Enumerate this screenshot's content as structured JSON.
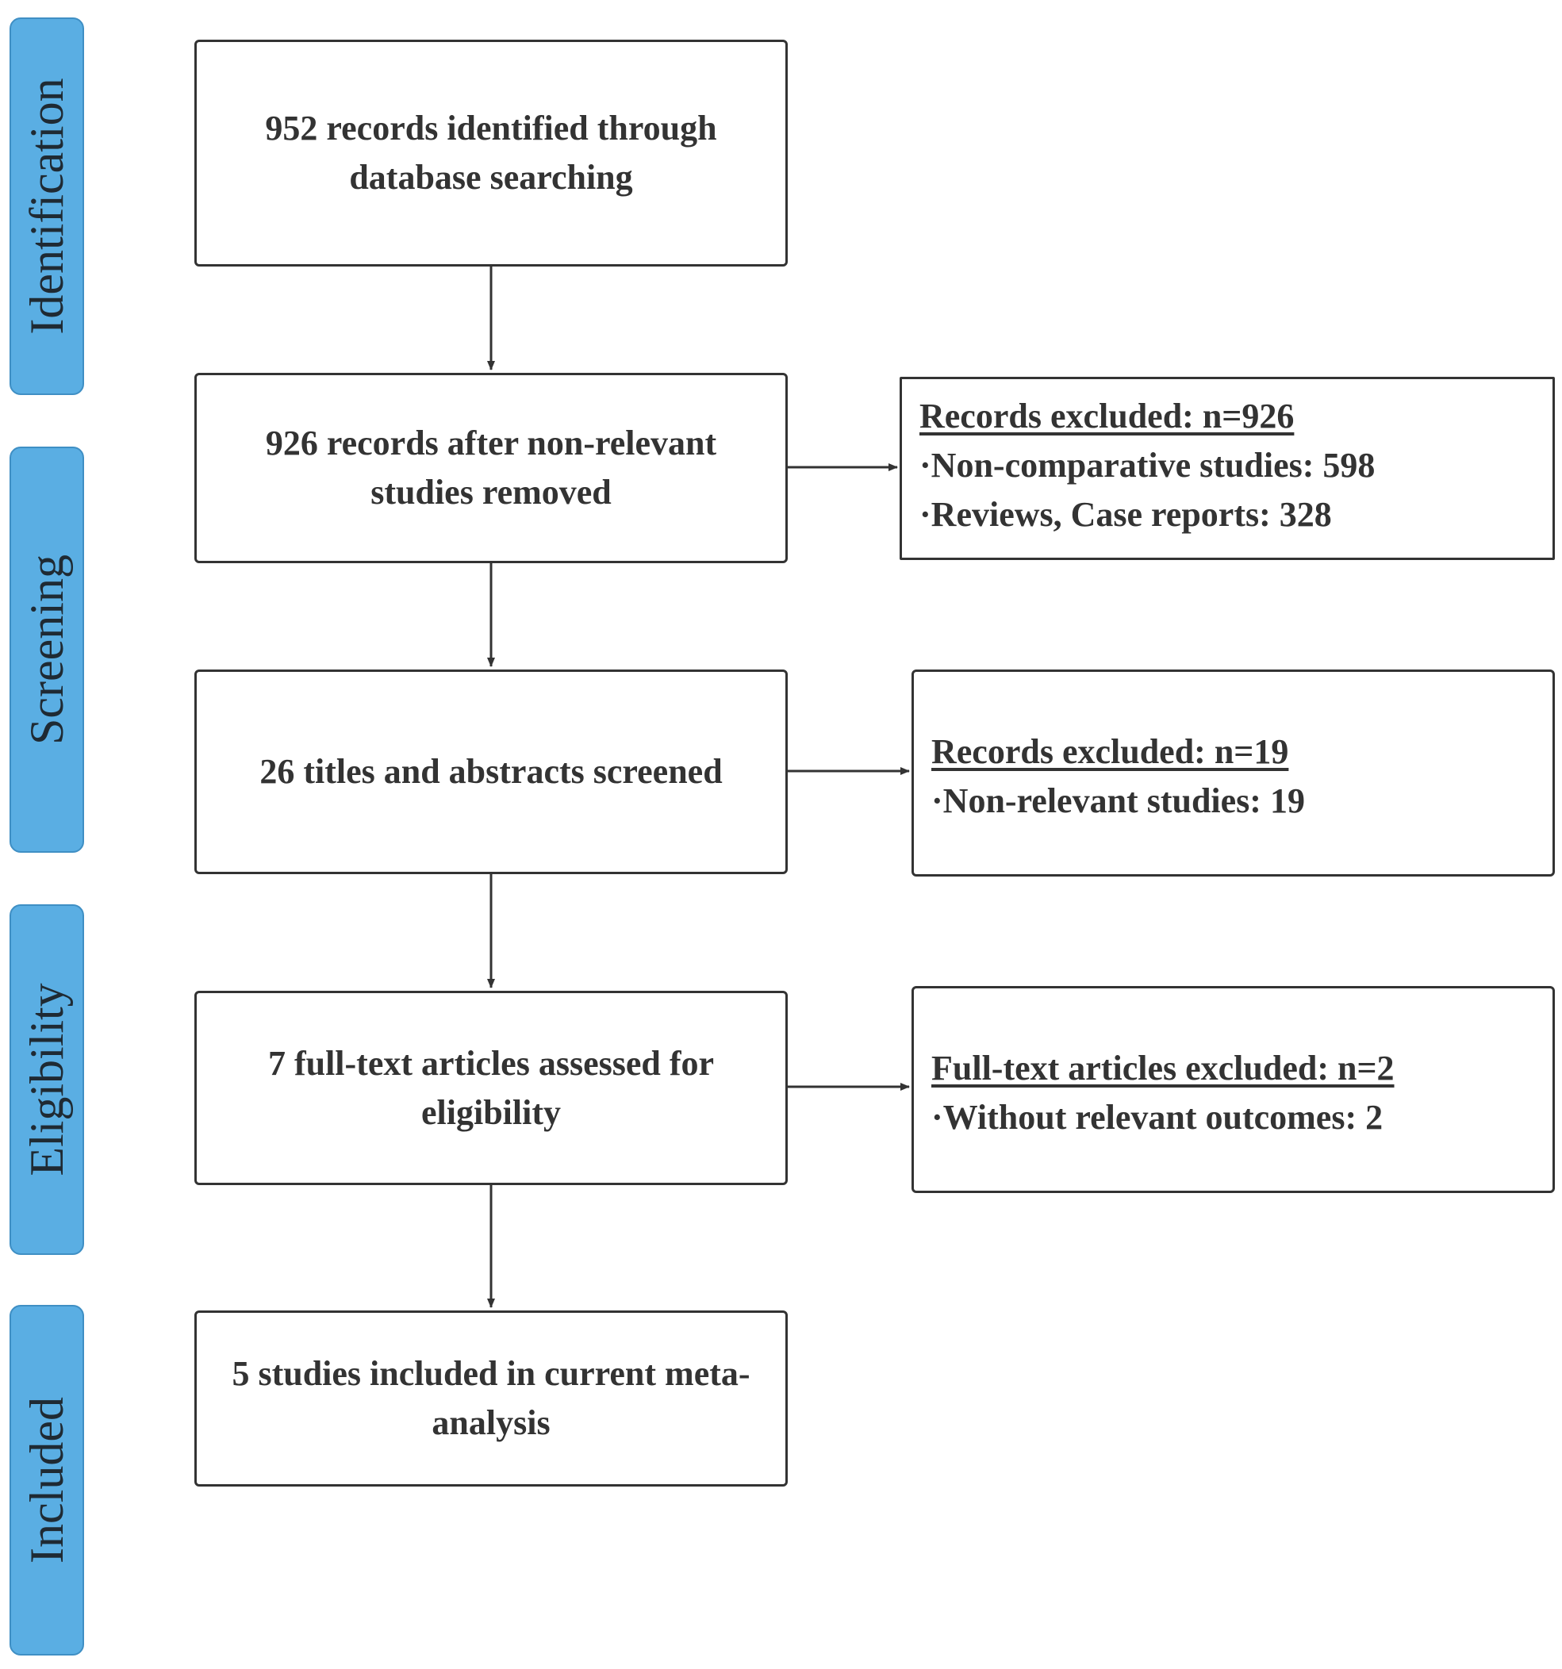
{
  "phases": [
    {
      "label": "Identification"
    },
    {
      "label": "Screening"
    },
    {
      "label": "Eligibility"
    },
    {
      "label": "Included"
    }
  ],
  "main_boxes": [
    {
      "text": "952 records identified through database searching"
    },
    {
      "text": "926 records after non-relevant studies removed"
    },
    {
      "text": "26 titles and abstracts screened"
    },
    {
      "text": "7 full-text articles assessed for eligibility"
    },
    {
      "text": "5 studies included in current meta-analysis"
    }
  ],
  "exclusion_boxes": [
    {
      "heading": "Records excluded: n=926",
      "items": [
        "·Non-comparative studies: 598",
        "·Reviews, Case reports: 328"
      ]
    },
    {
      "heading": "Records excluded: n=19",
      "items": [
        "·Non-relevant studies: 19"
      ]
    },
    {
      "heading": "Full-text articles excluded: n=2",
      "items": [
        "·Without relevant outcomes: 2"
      ]
    }
  ],
  "colors": {
    "phase_fill": "#5aaee3",
    "phase_border": "#3f8fc4",
    "box_border": "#333333",
    "text": "#333333",
    "arrow": "#333333"
  }
}
